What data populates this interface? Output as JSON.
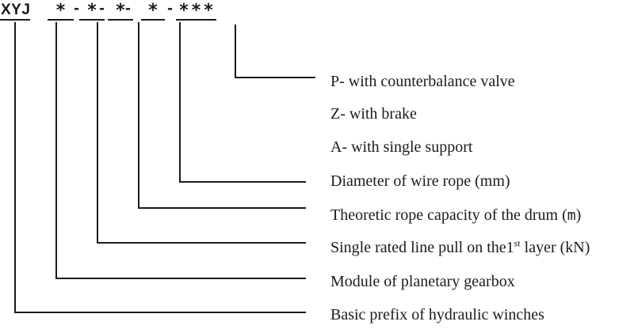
{
  "colors": {
    "background": "#ffffff",
    "line": "#1b1b1b",
    "text": "#1b1b1b"
  },
  "code": {
    "prefix": "XYJ",
    "separator": "-",
    "fields": [
      "*",
      "*",
      "*",
      "*",
      "***"
    ]
  },
  "labels": {
    "counterbalance": "P- with counterbalance valve",
    "brake": "Z- with brake",
    "single_support": "A- with single support",
    "wire_rope_diameter": "Diameter of wire rope (mm)",
    "rope_capacity_pre": "Theoretic rope capacity of the drum (",
    "rope_capacity_unit": "m",
    "rope_capacity_post": ")",
    "line_pull_pre": "Single rated line pull on the1",
    "line_pull_sup": "st",
    "line_pull_post": " layer (kN)",
    "planetary_gearbox": "Module of planetary gearbox",
    "basic_prefix": "Basic prefix of hydraulic winches"
  }
}
